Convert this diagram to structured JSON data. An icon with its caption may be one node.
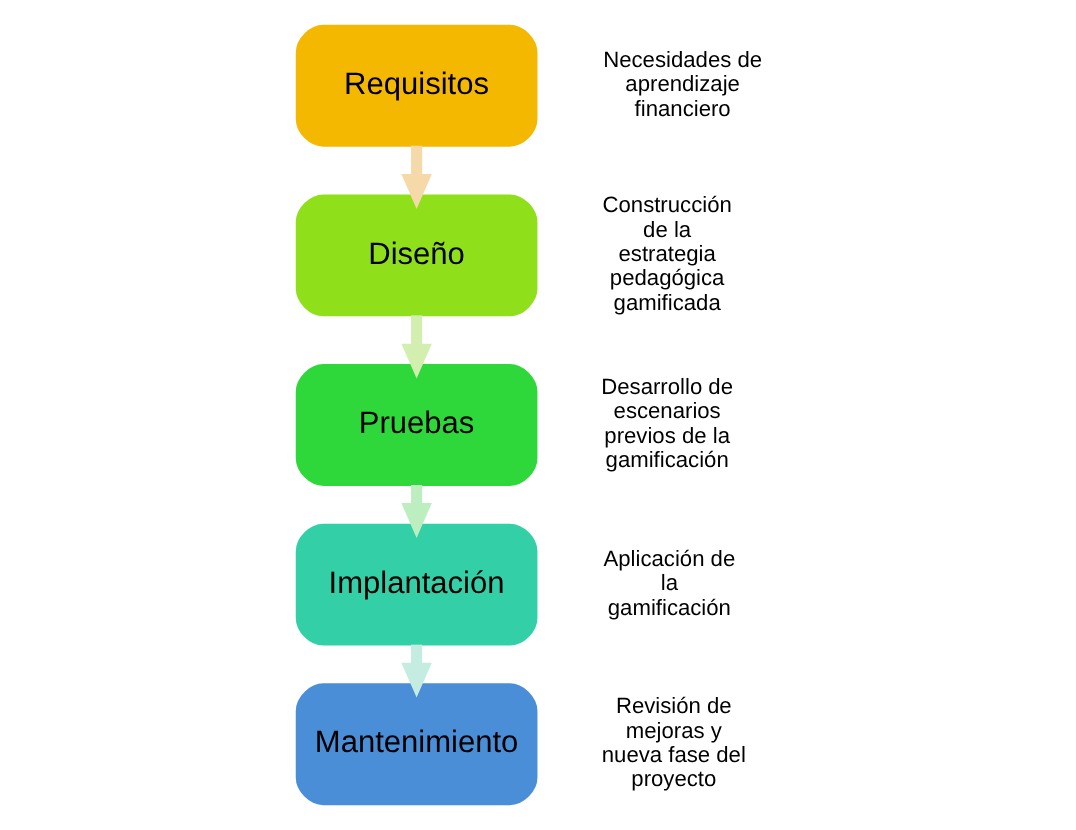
{
  "diagram": {
    "nodes": [
      {
        "text": [
          "Requisitos"
        ],
        "beside": [
          "Necesidades de aprendizaje financiero"
        ]
      },
      {
        "text": [
          "Diseño"
        ],
        "beside": [
          "Construcción de la estrategia pedagógica gamificada"
        ]
      },
      {
        "text": [
          "Pruebas"
        ],
        "beside": [
          "Desarrollo de escenarios previos de la gamificación"
        ]
      },
      {
        "text": [
          "Implantación"
        ],
        "beside": [
          "Aplicación de la gamificación"
        ]
      },
      {
        "text": [
          "Mantenimiento"
        ],
        "beside": [
          "Revisión de mejoras y nueva fase del proyecto"
        ]
      }
    ],
    "edges": [
      {
        "from": 0,
        "to": 1,
        "arrow": "to"
      },
      {
        "from": 1,
        "to": 2,
        "arrow": "to"
      },
      {
        "from": 2,
        "to": 3,
        "arrow": "to"
      },
      {
        "from": 3,
        "to": 4,
        "arrow": "to"
      }
    ]
  }
}
